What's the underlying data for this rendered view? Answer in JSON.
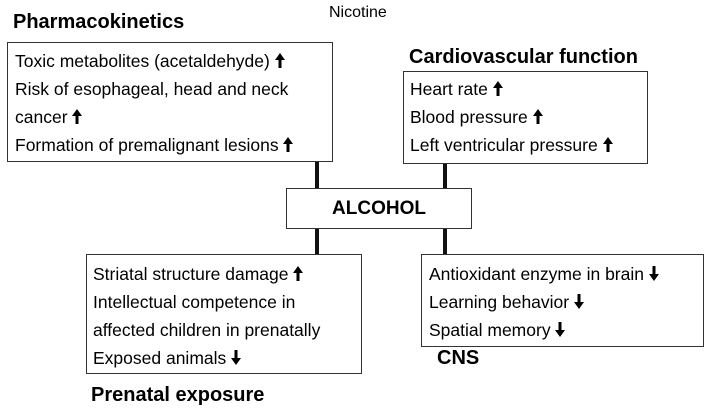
{
  "top_label": "Nicotine",
  "center": {
    "label": "ALCOHOL"
  },
  "pharmacokinetics": {
    "heading": "Pharmacokinetics",
    "items": [
      {
        "text": "Toxic metabolites (acetaldehyde)",
        "trend": "up"
      },
      {
        "text": "Risk of esophageal, head and neck",
        "trend": "none"
      },
      {
        "text": "cancer",
        "trend": "up"
      },
      {
        "text": "Formation of premalignant lesions",
        "trend": "up"
      }
    ]
  },
  "cardiovascular": {
    "heading": "Cardiovascular function",
    "items": [
      {
        "text": "Heart rate",
        "trend": "up"
      },
      {
        "text": "Blood pressure",
        "trend": "up"
      },
      {
        "text": "Left ventricular pressure",
        "trend": "up"
      }
    ]
  },
  "prenatal": {
    "heading": "Prenatal exposure",
    "items": [
      {
        "text": "Striatal structure damage",
        "trend": "up"
      },
      {
        "text": "Intellectual competence in",
        "trend": "none"
      },
      {
        "text": "affected children in prenatally",
        "trend": "none"
      },
      {
        "text": "Exposed animals",
        "trend": "down"
      }
    ]
  },
  "cns": {
    "heading": "CNS",
    "items": [
      {
        "text": "Antioxidant enzyme in brain",
        "trend": "down"
      },
      {
        "text": "Learning behavior",
        "trend": "down"
      },
      {
        "text": "Spatial memory",
        "trend": "down"
      }
    ]
  },
  "colors": {
    "text": "#000000",
    "border": "#333333",
    "connector": "#111111"
  },
  "icons": {
    "up": "arrow-up-icon",
    "down": "arrow-down-icon"
  }
}
